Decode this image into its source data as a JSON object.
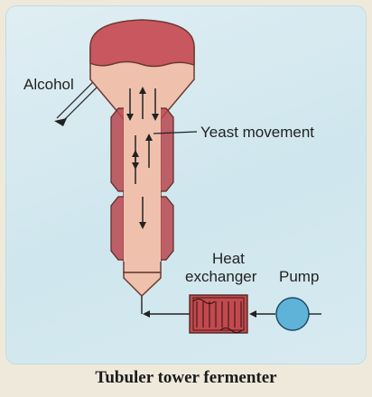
{
  "labels": {
    "alcohol": "Alcohol",
    "yeast_movement": "Yeast movement",
    "heat_exchanger_line1": "Heat",
    "heat_exchanger_line2": "exchanger",
    "pump": "Pump"
  },
  "caption": "Tubuler tower fermenter",
  "colors": {
    "tower_body": "#efc1ad",
    "tower_top": "#c9575f",
    "jacket": "#b8474f",
    "pump": "#5fb3d9",
    "panel": "#d4e9f0"
  }
}
